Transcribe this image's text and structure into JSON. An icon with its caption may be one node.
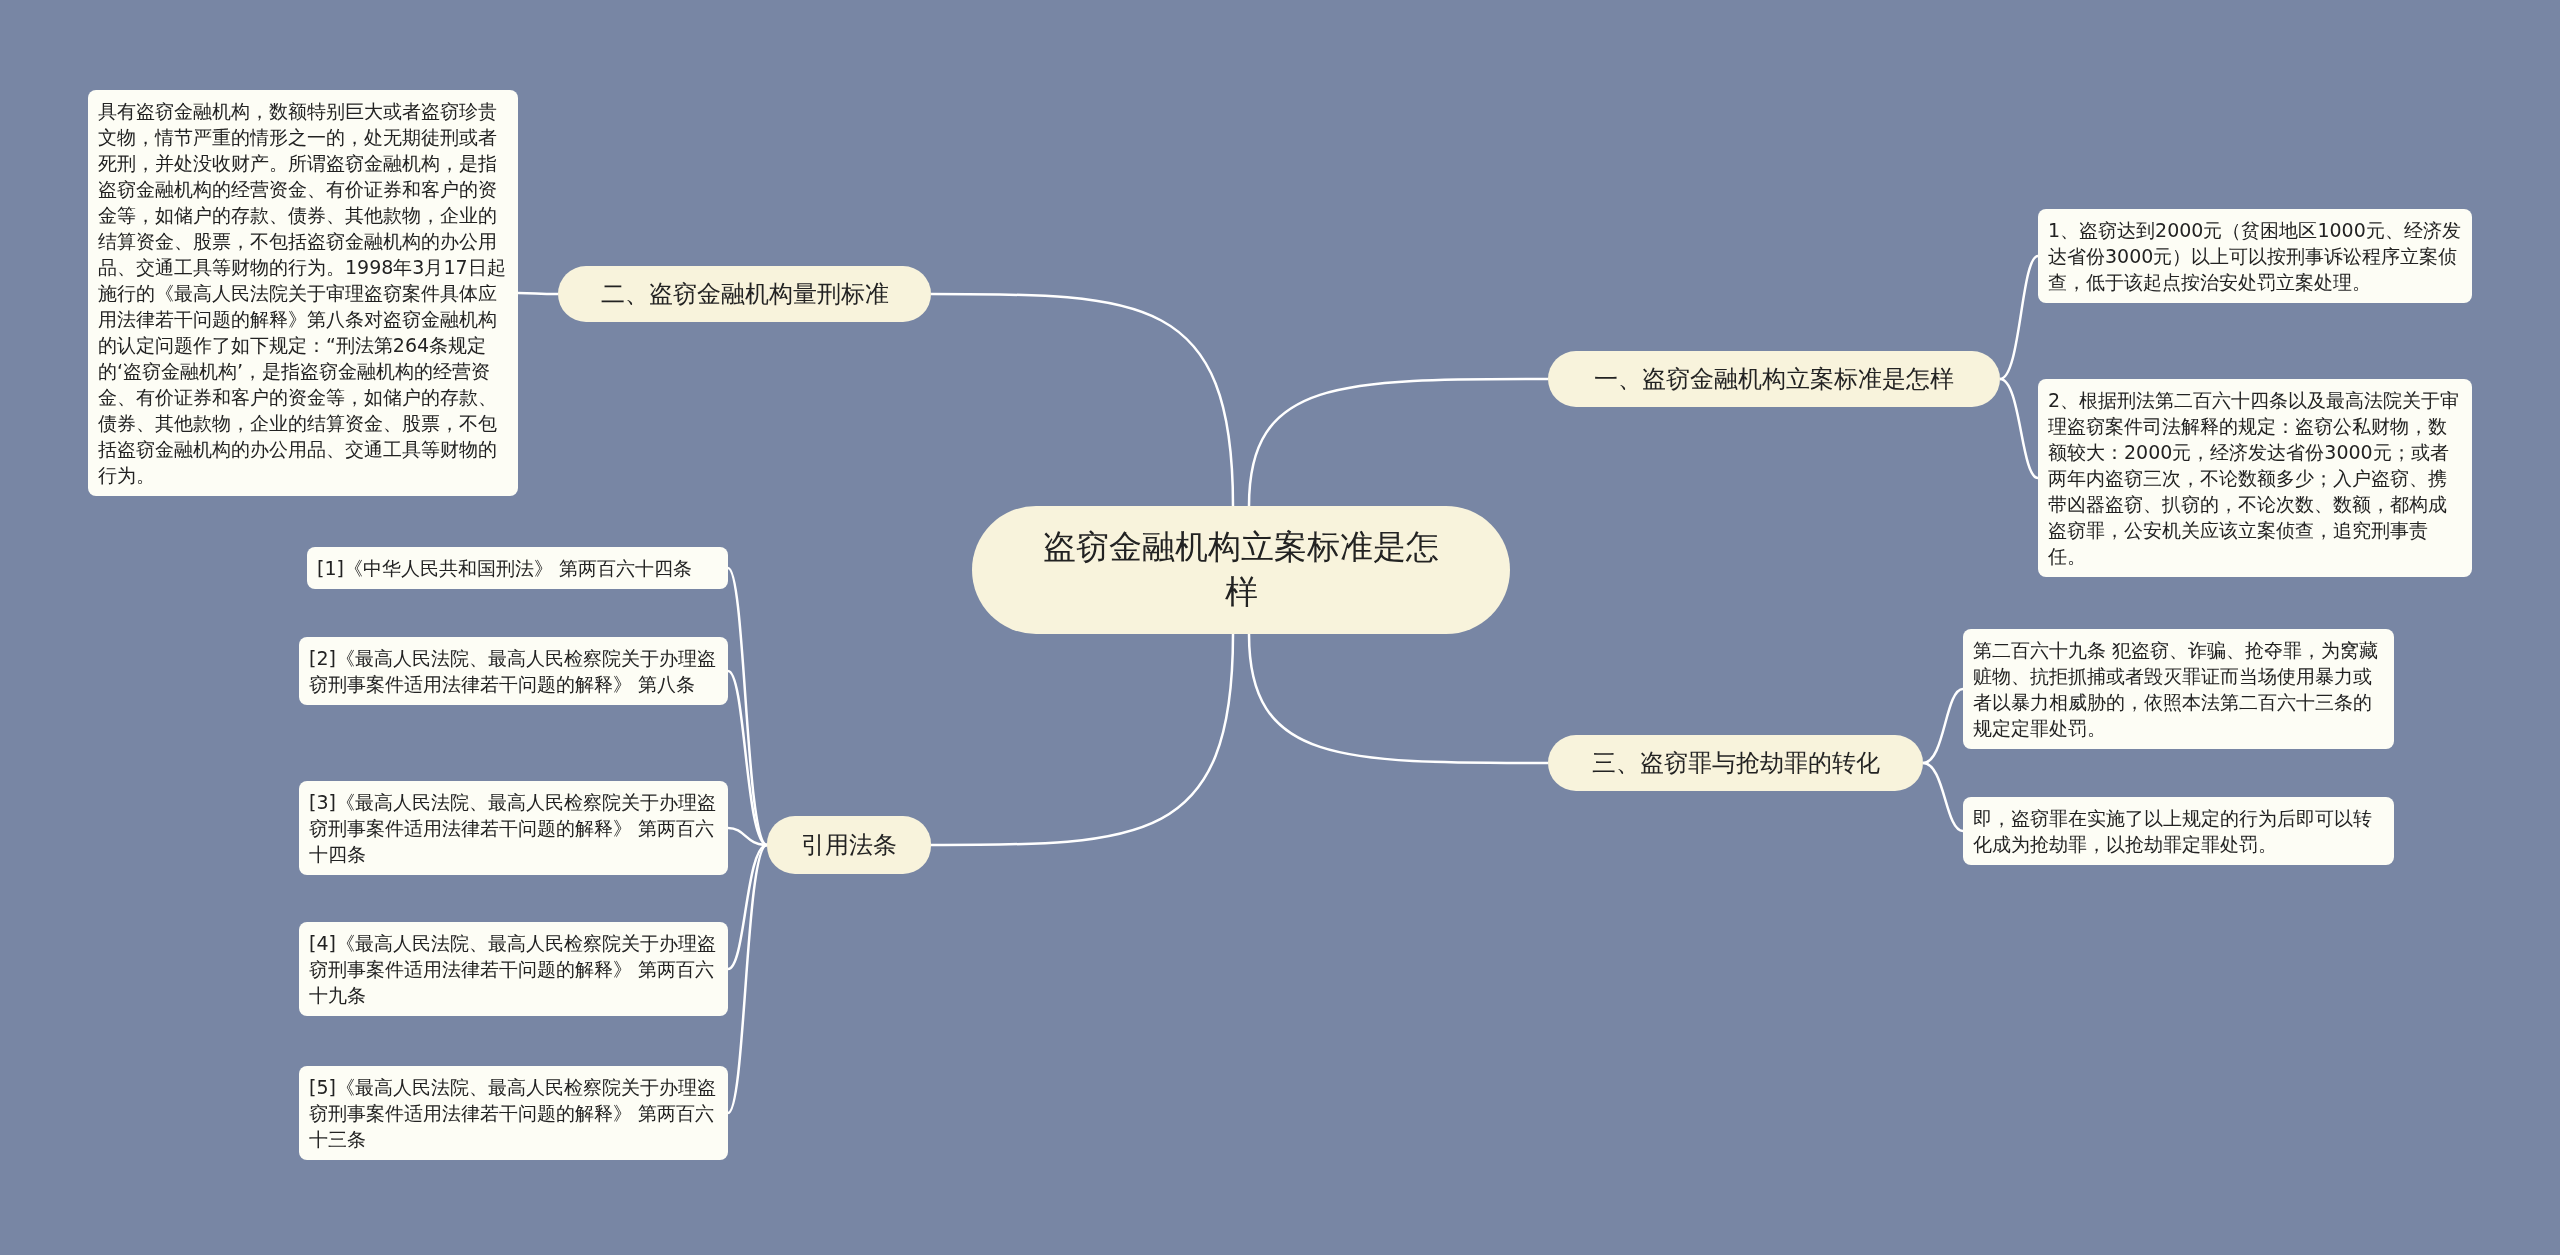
{
  "diagram": {
    "nodes": [
      {
        "text": [
          "盗窃金融机构立案标准是怎样"
        ]
      },
      {
        "text": [
          "一、盗窃金融机构立案标准是怎样"
        ]
      },
      {
        "text": [
          "1、盗窃达到2000元（贫困地区1000元、经济发达省份3000元）以上可以按刑事诉讼程序立案侦查，低于该起点按治安处罚立案处理。"
        ]
      },
      {
        "text": [
          "2、根据刑法第二百六十四条以及最高法院关于审理盗窃案件司法解释的规定：盗窃公私财物，数额较大：2000元，经济发达省份3000元；或者两年内盗窃三次，不论数额多少；入户盗窃、携带凶器盗窃、扒窃的，不论次数、数额，都构成盗窃罪，公安机关应该立案侦查，追究刑事责任。"
        ]
      },
      {
        "text": [
          "二、盗窃金融机构量刑标准"
        ]
      },
      {
        "text": [
          "具有盗窃金融机构，数额特别巨大或者盗窃珍贵文物，情节严重的情形之一的，处无期徒刑或者死刑，并处没收财产。所谓盗窃金融机构，是指盗窃金融机构的经营资金、有价证券和客户的资金等，如储户的存款、债券、其他款物，企业的结算资金、股票，不包括盗窃金融机构的办公用品、交通工具等财物的行为。1998年3月17日起施行的《最高人民法院关于审理盗窃案件具体应用法律若干问题的解释》第八条对盗窃金融机构的认定问题作了如下规定：“刑法第264条规定的‘盗窃金融机构’，是指盗窃金融机构的经营资金、有价证券和客户的资金等，如储户的存款、债券、其他款物，企业的结算资金、股票，不包括盗窃金融机构的办公用品、交通工具等财物的行为。"
        ]
      },
      {
        "text": [
          "三、盗窃罪与抢劫罪的转化"
        ]
      },
      {
        "text": [
          "第二百六十九条 犯盗窃、诈骗、抢夺罪，为窝藏赃物、抗拒抓捕或者毁灭罪证而当场使用暴力或者以暴力相威胁的，依照本法第二百六十三条的规定定罪处罚。"
        ]
      },
      {
        "text": [
          "即，盗窃罪在实施了以上规定的行为后即可以转化成为抢劫罪，以抢劫罪定罪处罚。"
        ]
      },
      {
        "text": [
          "引用法条"
        ]
      },
      {
        "text": [
          "[1]《中华人民共和国刑法》 第两百六十四条"
        ]
      },
      {
        "text": [
          "[2]《最高人民法院、最高人民检察院关于办理盗窃刑事案件适用法律若干问题的解释》 第八条"
        ]
      },
      {
        "text": [
          "[3]《最高人民法院、最高人民检察院关于办理盗窃刑事案件适用法律若干问题的解释》 第两百六十四条"
        ]
      },
      {
        "text": [
          "[4]《最高人民法院、最高人民检察院关于办理盗窃刑事案件适用法律若干问题的解释》 第两百六十九条"
        ]
      },
      {
        "text": [
          "[5]《最高人民法院、最高人民检察院关于办理盗窃刑事案件适用法律若干问题的解释》 第两百六十三条"
        ]
      }
    ],
    "edges": [
      {
        "from": 0,
        "to": 1,
        "arrow": "none"
      },
      {
        "from": 1,
        "to": 2,
        "arrow": "none"
      },
      {
        "from": 1,
        "to": 3,
        "arrow": "none"
      },
      {
        "from": 0,
        "to": 4,
        "arrow": "none"
      },
      {
        "from": 4,
        "to": 5,
        "arrow": "none"
      },
      {
        "from": 0,
        "to": 6,
        "arrow": "none"
      },
      {
        "from": 6,
        "to": 7,
        "arrow": "none"
      },
      {
        "from": 6,
        "to": 8,
        "arrow": "none"
      },
      {
        "from": 0,
        "to": 9,
        "arrow": "none"
      },
      {
        "from": 9,
        "to": 10,
        "arrow": "none"
      },
      {
        "from": 9,
        "to": 11,
        "arrow": "none"
      },
      {
        "from": 9,
        "to": 12,
        "arrow": "none"
      },
      {
        "from": 9,
        "to": 13,
        "arrow": "none"
      },
      {
        "from": 9,
        "to": 14,
        "arrow": "none"
      }
    ]
  }
}
